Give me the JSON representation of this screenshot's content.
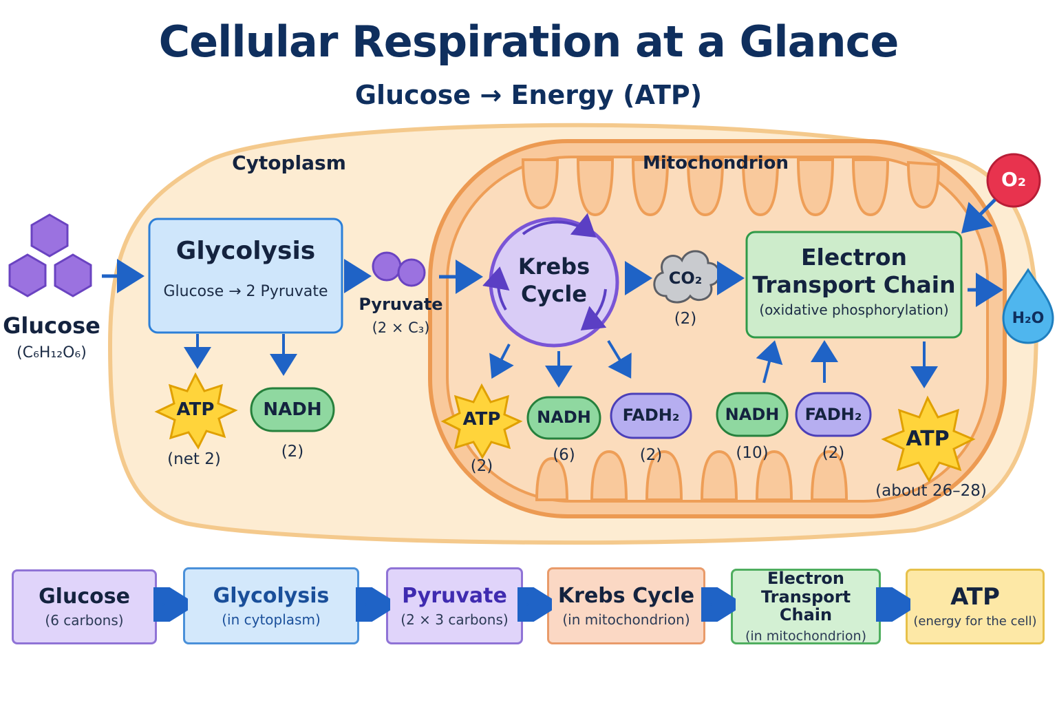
{
  "title": "Cellular Respiration at a Glance",
  "subtitle": "Glucose → Energy (ATP)",
  "regions": {
    "cytoplasm": "Cytoplasm",
    "mitochondrion": "Mitochondrion"
  },
  "glucose": {
    "name": "Glucose",
    "formula": "(C₆H₁₂O₆)"
  },
  "glycolysis": {
    "title": "Glycolysis",
    "reaction": "Glucose → 2 Pyruvate",
    "atp_label": "ATP",
    "atp_count": "(net 2)",
    "nadh_label": "NADH",
    "nadh_count": "(2)"
  },
  "pyruvate": {
    "name": "Pyruvate",
    "detail": "(2 × C₃)"
  },
  "krebs": {
    "title_line1": "Krebs",
    "title_line2": "Cycle",
    "atp_label": "ATP",
    "atp_count": "(2)",
    "nadh_label": "NADH",
    "nadh_count": "(6)",
    "fadh2_label": "FADH₂",
    "fadh2_count": "(2)"
  },
  "co2": {
    "label": "CO₂",
    "count": "(2)"
  },
  "etc": {
    "title_line1": "Electron",
    "title_line2": "Transport Chain",
    "subtitle": "(oxidative phosphorylation)",
    "nadh_label": "NADH",
    "nadh_count": "(10)",
    "fadh2_label": "FADH₂",
    "fadh2_count": "(2)",
    "atp_label": "ATP",
    "atp_count": "(about 26–28)"
  },
  "oxygen": "O₂",
  "water": "H₂O",
  "summary": [
    {
      "title": "Glucose",
      "sub": "(6 carbons)"
    },
    {
      "title": "Glycolysis",
      "sub": "(in cytoplasm)"
    },
    {
      "title": "Pyruvate",
      "sub": "(2 × 3 carbons)"
    },
    {
      "title": "Krebs Cycle",
      "sub": "(in mitochondrion)"
    },
    {
      "title": "Electron Transport Chain",
      "sub": "(in mitochondrion)"
    },
    {
      "title": "ATP",
      "sub": "(energy for the cell)"
    }
  ],
  "colors": {
    "arrow": "#1f63c6",
    "title": "#0f2f5e",
    "cytoplasm_fill": "#fdecd2",
    "mito_fill": "#f9c99c",
    "glycolysis_fill": "#cfe6fb",
    "krebs_fill": "#d9ccf6",
    "etc_fill": "#cdeccb",
    "atp_star": "#ffd43b",
    "nadh_fill": "#8fd8a0",
    "fadh2_fill": "#b6aef0",
    "oxygen": "#e8334e",
    "water": "#4fb6ee"
  }
}
